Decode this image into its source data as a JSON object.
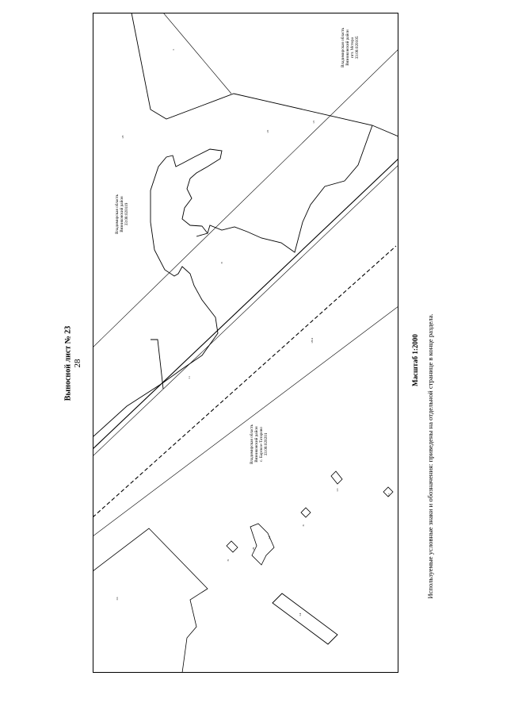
{
  "page": {
    "number": "28",
    "sheet_title": "Выносной лист № 23",
    "scale": "Масштаб 1:2000",
    "legend_note": "Используемые условные знаки и обозначения: приведены на отдельной странице в конце раздела."
  },
  "map": {
    "areas": [
      {
        "region": "Владимирская область",
        "district": "Вязниковский район",
        "settlement": "пгт. Мстера",
        "cadastral": "33:08:020105"
      },
      {
        "region": "Владимирская область",
        "district": "Вязниковский район",
        "settlement": "",
        "cadastral": "33:08:020119"
      },
      {
        "region": "Владимирская область",
        "district": "Вязниковский район",
        "settlement": "с. Барское-Татарово",
        "cadastral": "33:08:020201"
      }
    ],
    "parcel_labels": [
      ":1",
      ":23",
      ":21",
      ":22",
      ":9",
      ":11",
      ":26:4",
      ":10",
      ":14",
      ":8",
      ":29",
      ":12",
      ":6",
      ":13",
      ":17"
    ]
  }
}
